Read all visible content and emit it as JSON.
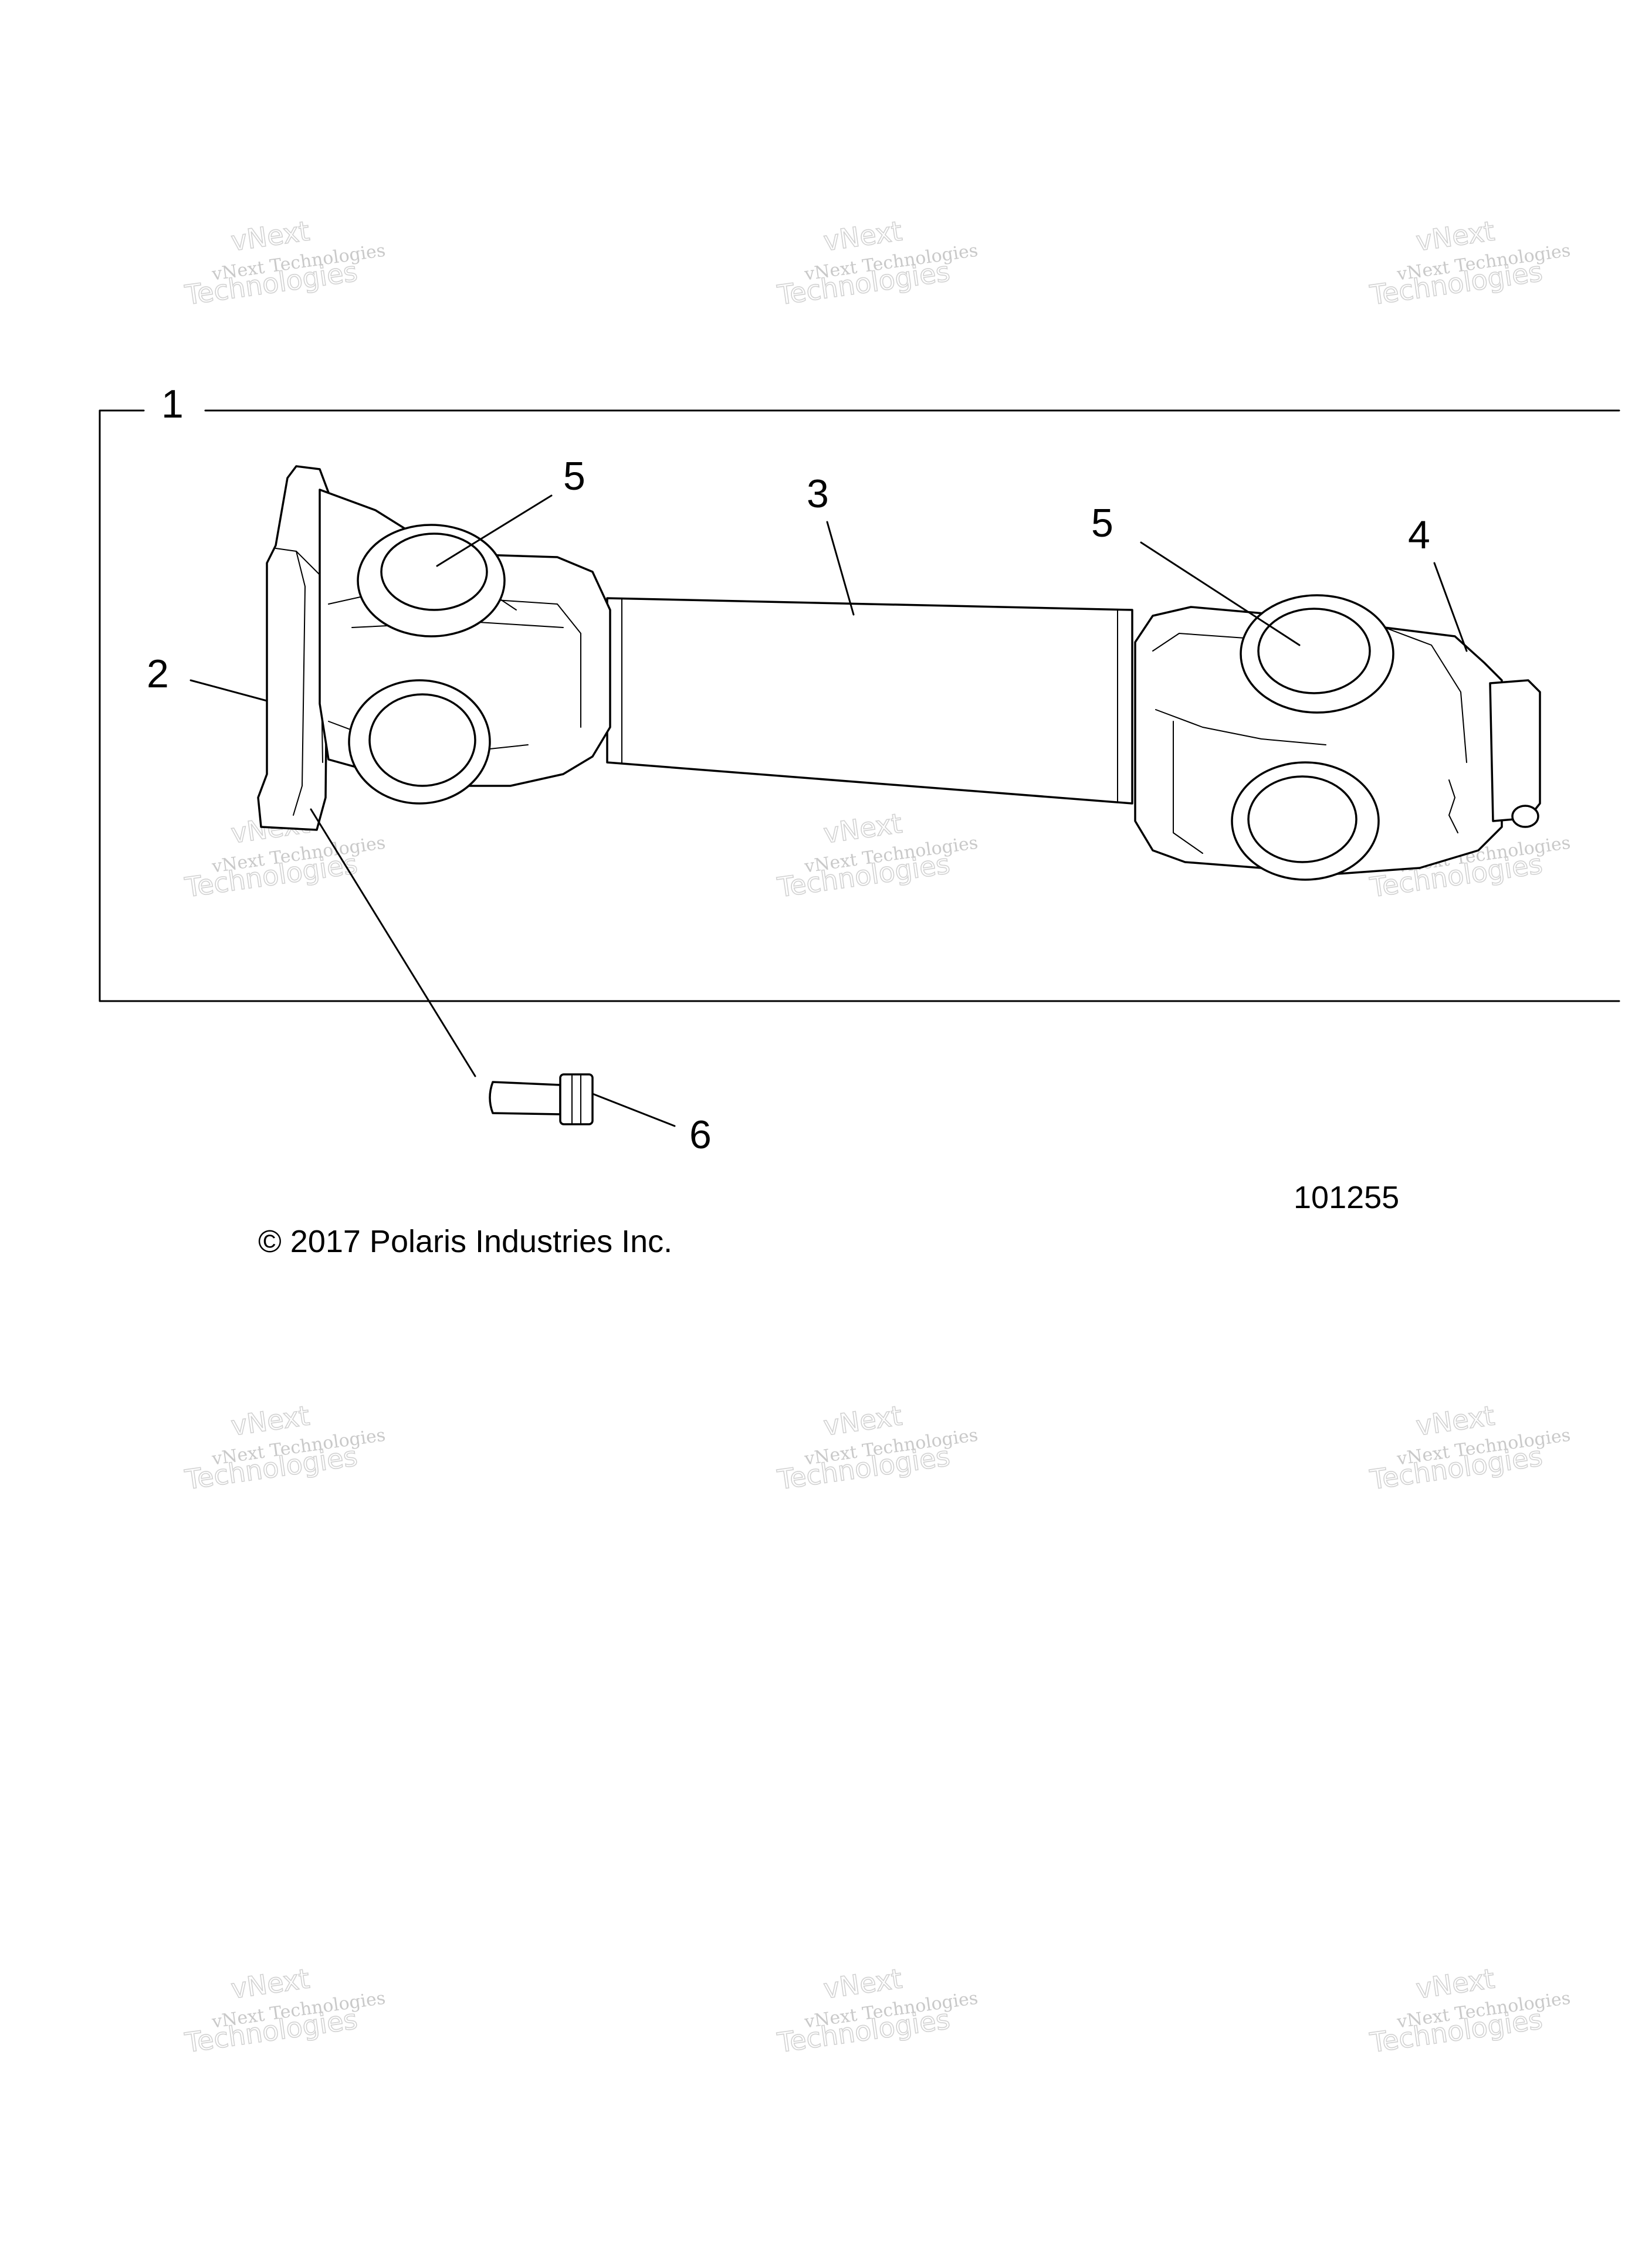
{
  "diagram": {
    "callouts": [
      "1",
      "2",
      "3",
      "4",
      "5",
      "5",
      "6"
    ],
    "figure_number": "101255",
    "copyright": "© 2017 Polaris Industries Inc."
  },
  "watermark": {
    "line1": "vNext Technologies",
    "line2": "vNext",
    "line3": "Technologies"
  }
}
